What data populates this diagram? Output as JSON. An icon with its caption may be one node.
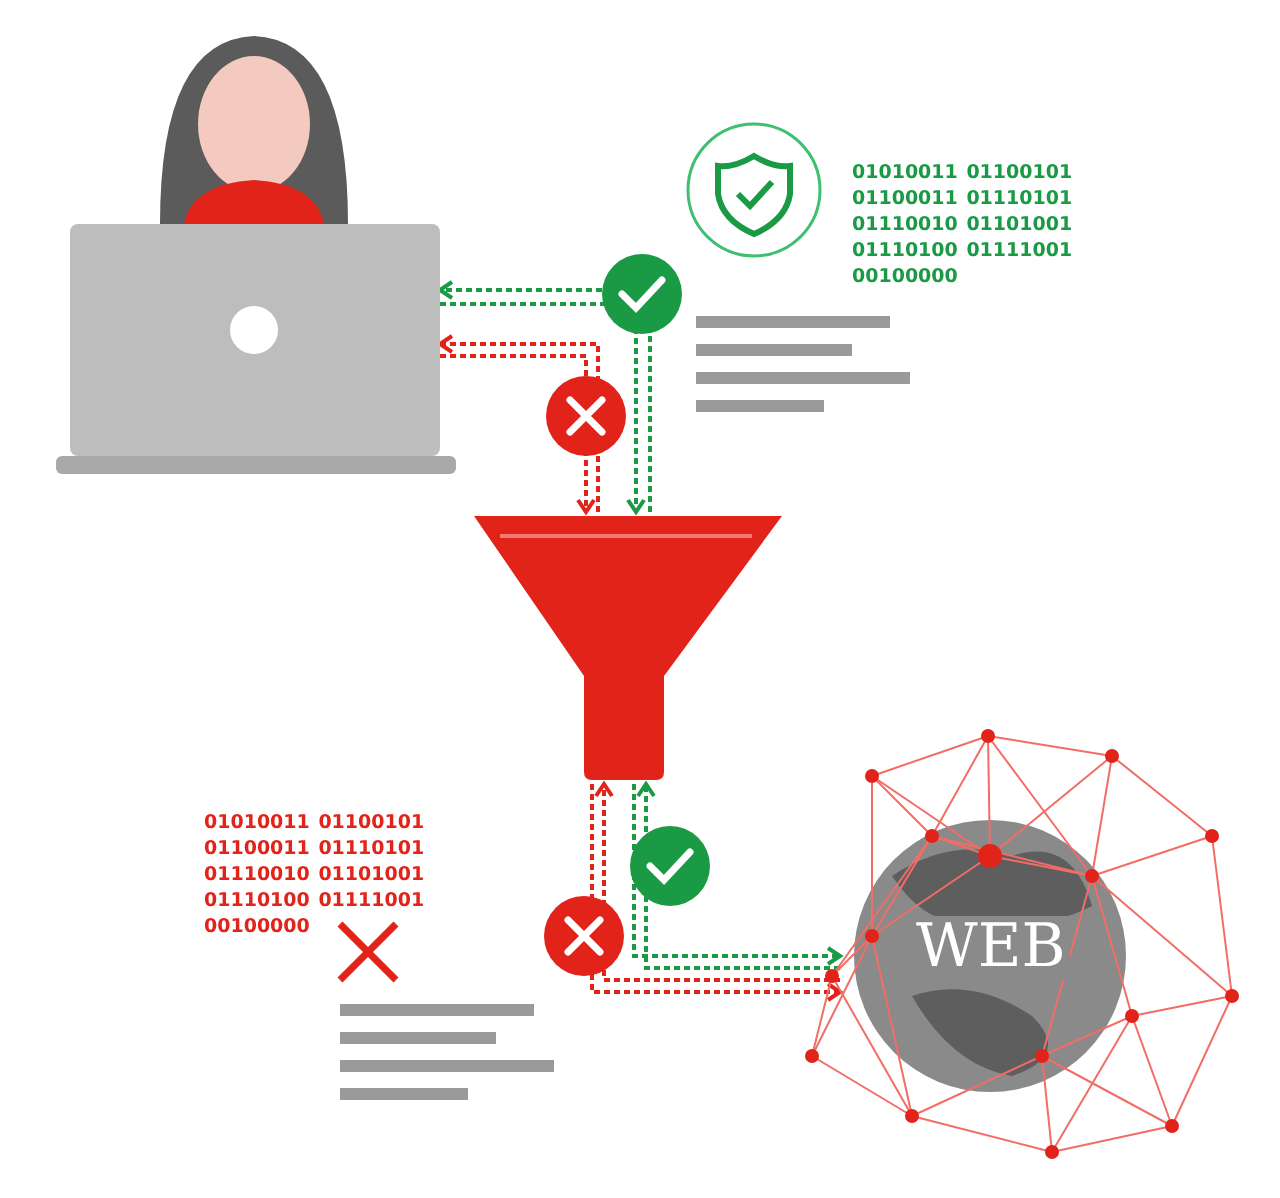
{
  "diagram": {
    "nodes": [
      {
        "text": [],
        "shape": "picture"
      },
      {
        "text": [],
        "shape": "picture"
      },
      {
        "text": [
          "WEB"
        ]
      }
    ],
    "edges": [
      {
        "from": 0,
        "to": 1,
        "arrow": "to",
        "style": "dashed",
        "color": "#1a9a45"
      },
      {
        "from": 1,
        "to": 0,
        "arrow": "to",
        "style": "dashed",
        "color": "#1a9a45"
      },
      {
        "from": 0,
        "to": 1,
        "arrow": "to",
        "style": "dashed",
        "color": "#e2231a"
      },
      {
        "from": 1,
        "to": 0,
        "arrow": "to",
        "style": "dashed",
        "color": "#e2231a"
      },
      {
        "from": 1,
        "to": 2,
        "arrow": "to",
        "style": "dashed",
        "color": "#1a9a45"
      },
      {
        "from": 2,
        "to": 1,
        "arrow": "to",
        "style": "dashed",
        "color": "#1a9a45"
      },
      {
        "from": 1,
        "to": 2,
        "arrow": "to",
        "style": "dashed",
        "color": "#e2231a"
      },
      {
        "from": 2,
        "to": 1,
        "arrow": "to",
        "style": "dashed",
        "color": "#e2231a"
      }
    ],
    "labels": [
      "01010011 01100101 01100011 01110101 01110010 01101001 01110100 01111001 00100000",
      "01010011 01100101 01100011 01110101 01110010 01101001 01110100 01111001 00100000"
    ]
  }
}
